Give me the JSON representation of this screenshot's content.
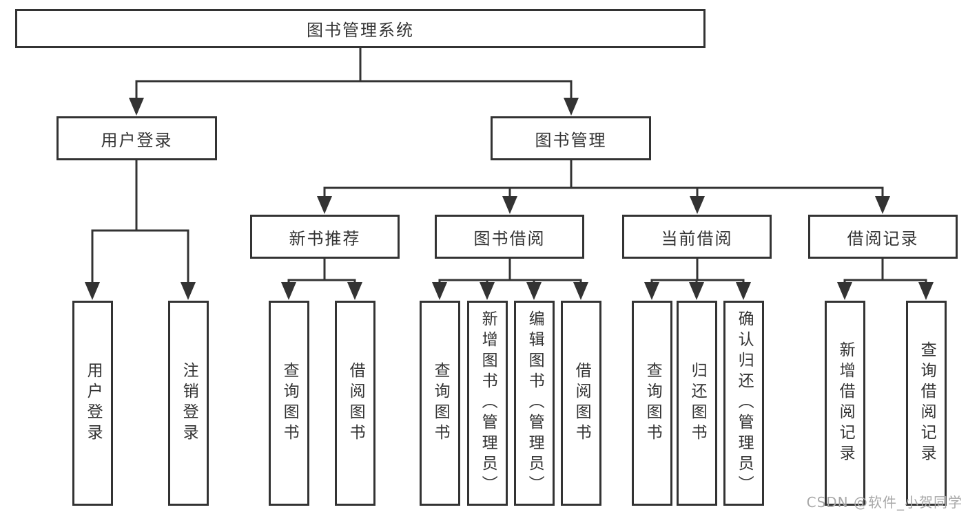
{
  "colors": {
    "line": "#333333",
    "text": "#333333",
    "watermark": "#a8a8a8",
    "background": "#ffffff"
  },
  "watermark": {
    "text": "CSDN @软件_小贺同学"
  },
  "tree": {
    "root": "图书管理系统",
    "user_login": {
      "label": "用户登录",
      "children": {
        "login": "用户登录",
        "logout": "注销登录"
      }
    },
    "book_mgmt": {
      "label": "图书管理",
      "new_book_rec": {
        "label": "新书推荐",
        "children": {
          "query_books": "查询图书",
          "borrow_books": "借阅图书"
        }
      },
      "book_borrow": {
        "label": "图书借阅",
        "children": {
          "query_books": "查询图书",
          "add_books": "新增图书（管理员）",
          "edit_books": "编辑图书（管理员）",
          "borrow_books": "借阅图书"
        }
      },
      "current_borrow": {
        "label": "当前借阅",
        "children": {
          "query_books": "查询图书",
          "return_books": "归还图书",
          "confirm_return": "确认归还（管理员）"
        }
      },
      "borrow_records": {
        "label": "借阅记录",
        "children": {
          "add_record": "新增借阅记录",
          "query_record": "查询借阅记录"
        }
      }
    }
  }
}
